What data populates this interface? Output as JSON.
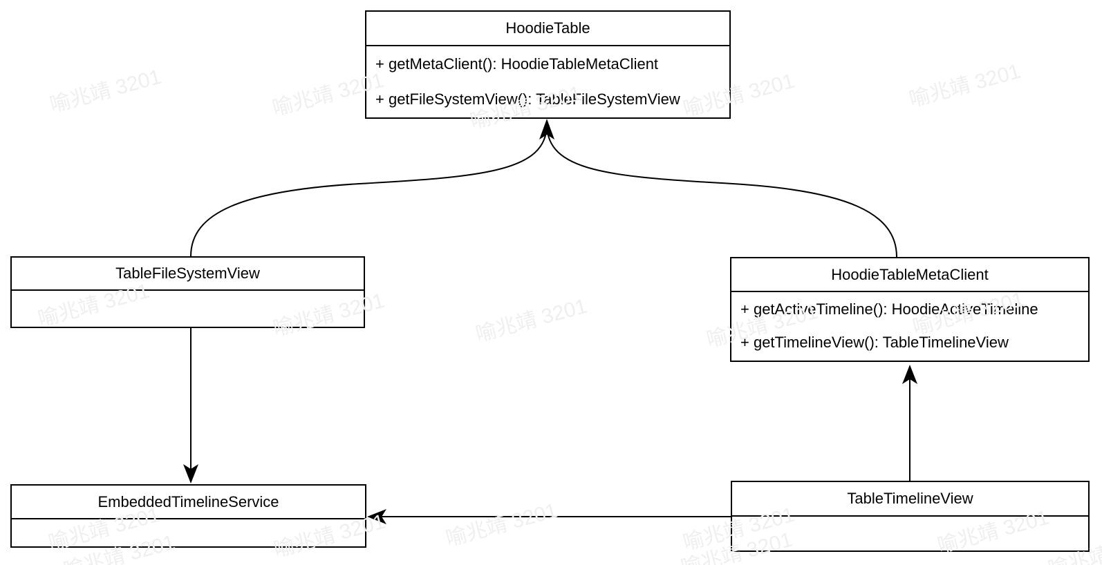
{
  "diagram": {
    "classes": {
      "hoodie_table": {
        "title": "HoodieTable",
        "methods": [
          "+ getMetaClient(): HoodieTableMetaClient",
          "+ getFileSystemView(): TableFileSystemView"
        ]
      },
      "table_file_system_view": {
        "title": "TableFileSystemView",
        "methods": []
      },
      "hoodie_table_meta_client": {
        "title": "HoodieTableMetaClient",
        "methods": [
          "+ getActiveTimeline(): HoodieActiveTimeline",
          "+ getTimelineView(): TableTimelineView"
        ]
      },
      "embedded_timeline_service": {
        "title": "EmbeddedTimelineService",
        "methods": []
      },
      "table_timeline_view": {
        "title": "TableTimelineView",
        "methods": []
      }
    },
    "relations": [
      "TableFileSystemView -> HoodieTable",
      "HoodieTableMetaClient -> HoodieTable",
      "TableFileSystemView -> EmbeddedTimelineService",
      "TableTimelineView -> HoodieTableMetaClient",
      "TableTimelineView -> EmbeddedTimelineService"
    ]
  },
  "watermark": {
    "text": "喻兆靖 3201"
  },
  "colors": {
    "line": "#000000",
    "background": "#ffffff",
    "watermark": "#efefef"
  }
}
